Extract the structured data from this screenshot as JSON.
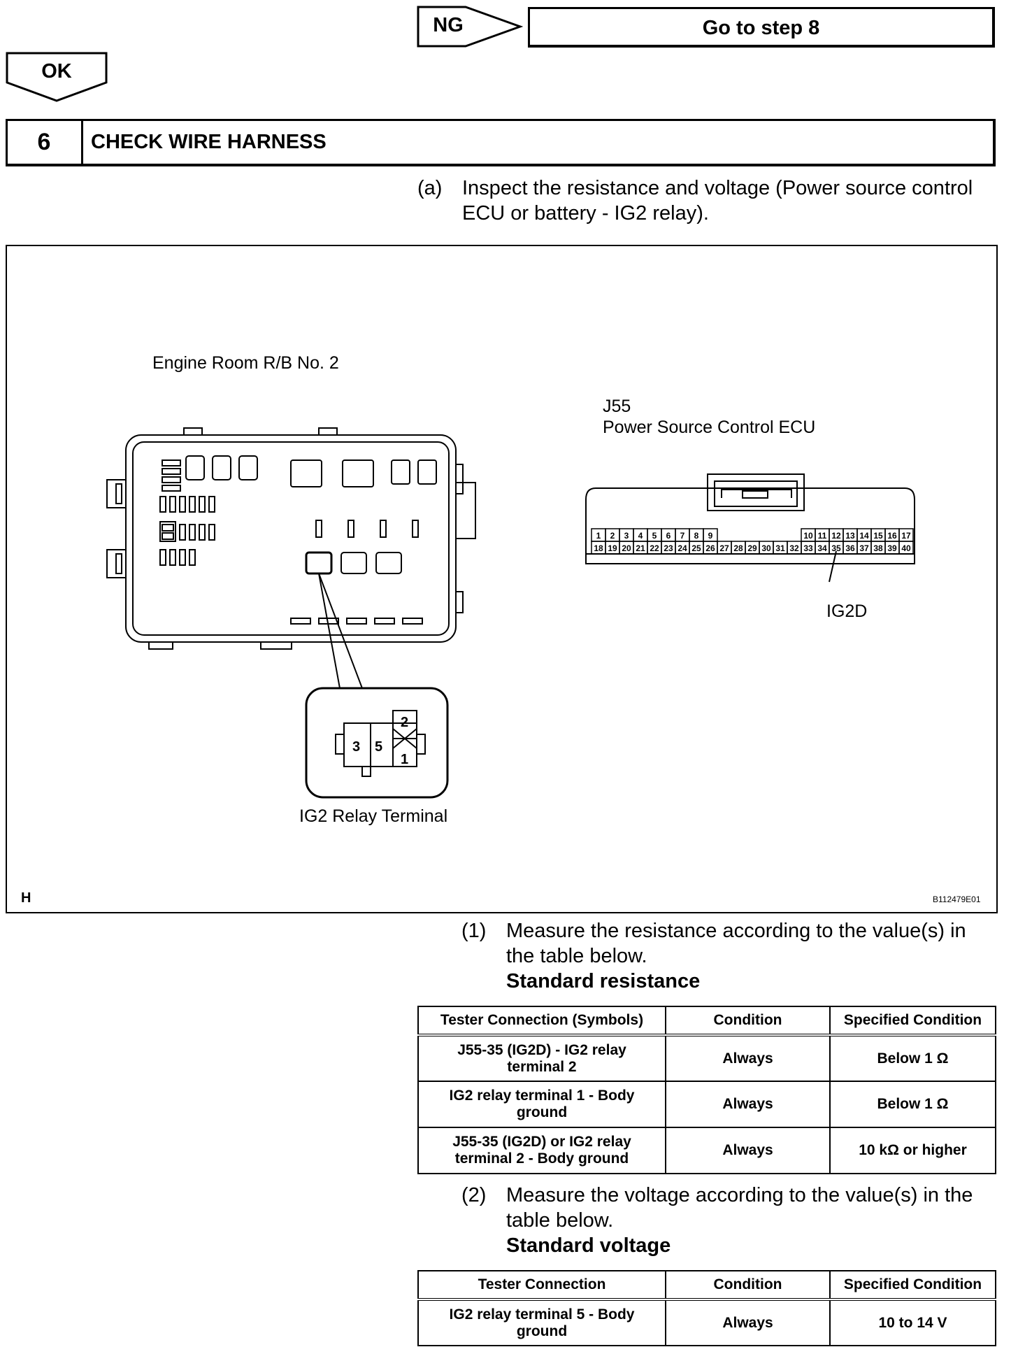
{
  "nav": {
    "ng_label": "NG",
    "goto_text": "Go to step 8",
    "ok_label": "OK"
  },
  "step": {
    "number": "6",
    "title": "CHECK WIRE HARNESS"
  },
  "instruction_a": {
    "label": "(a)",
    "text_line1": "Inspect the resistance and voltage (Power source control",
    "text_line2": "ECU or battery - IG2 relay)."
  },
  "figure": {
    "rb_title": "Engine Room R/B No. 2",
    "ecu_code": "J55",
    "ecu_name": "Power Source Control ECU",
    "ecu_pins_top": [
      "1",
      "2",
      "3",
      "4",
      "5",
      "6",
      "7",
      "8",
      "9",
      "10",
      "11",
      "12",
      "13",
      "14",
      "15",
      "16",
      "17"
    ],
    "ecu_pins_bottom": [
      "18",
      "19",
      "20",
      "21",
      "22",
      "23",
      "24",
      "25",
      "26",
      "27",
      "28",
      "29",
      "30",
      "31",
      "32",
      "33",
      "34",
      "35",
      "36",
      "37",
      "38",
      "39",
      "40"
    ],
    "ecu_pin_callout": "IG2D",
    "relay_terminals": [
      "3",
      "5",
      "2",
      "1"
    ],
    "relay_label": "IG2 Relay Terminal",
    "corner_letter": "H",
    "figure_code": "B112479E01"
  },
  "step_1": {
    "label": "(1)",
    "text_line1": "Measure the resistance according to the value(s) in",
    "text_line2": "the table below.",
    "heading": "Standard resistance"
  },
  "resistance_table": {
    "headers": [
      "Tester Connection (Symbols)",
      "Condition",
      "Specified Condition"
    ],
    "rows": [
      {
        "connection_l1": "J55-35 (IG2D) - IG2 relay",
        "connection_l2": "terminal 2",
        "condition": "Always",
        "spec": "Below 1 Ω"
      },
      {
        "connection_l1": "IG2 relay terminal 1 - Body",
        "connection_l2": "ground",
        "condition": "Always",
        "spec": "Below 1 Ω"
      },
      {
        "connection_l1": "J55-35 (IG2D) or IG2 relay",
        "connection_l2": "terminal 2 - Body ground",
        "condition": "Always",
        "spec": "10 kΩ or higher"
      }
    ]
  },
  "step_2": {
    "label": "(2)",
    "text_line1": "Measure the voltage according to the value(s) in the",
    "text_line2": "table below.",
    "heading": "Standard voltage"
  },
  "voltage_table": {
    "headers": [
      "Tester Connection",
      "Condition",
      "Specified Condition"
    ],
    "rows": [
      {
        "connection_l1": "IG2 relay terminal 5 - Body",
        "connection_l2": "ground",
        "condition": "Always",
        "spec": "10 to 14 V"
      }
    ]
  }
}
